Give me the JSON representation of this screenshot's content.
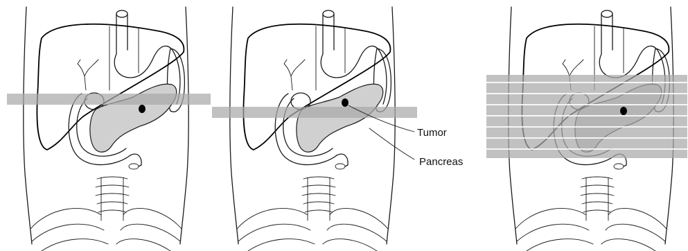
{
  "labels": {
    "tumor": "Tumor",
    "pancreas": "Pancreas"
  },
  "panels": [
    {
      "id": "panel-1",
      "beam": "single-wide-band"
    },
    {
      "id": "panel-2",
      "beam": "single-shifted-band"
    },
    {
      "id": "panel-3",
      "beam": "multiple-striped-bands"
    }
  ],
  "colors": {
    "outline": "#1a1a1a",
    "pancreas_fill": "#d0d0d0",
    "beam": "#a9a9a9",
    "tumor": "#000000"
  }
}
